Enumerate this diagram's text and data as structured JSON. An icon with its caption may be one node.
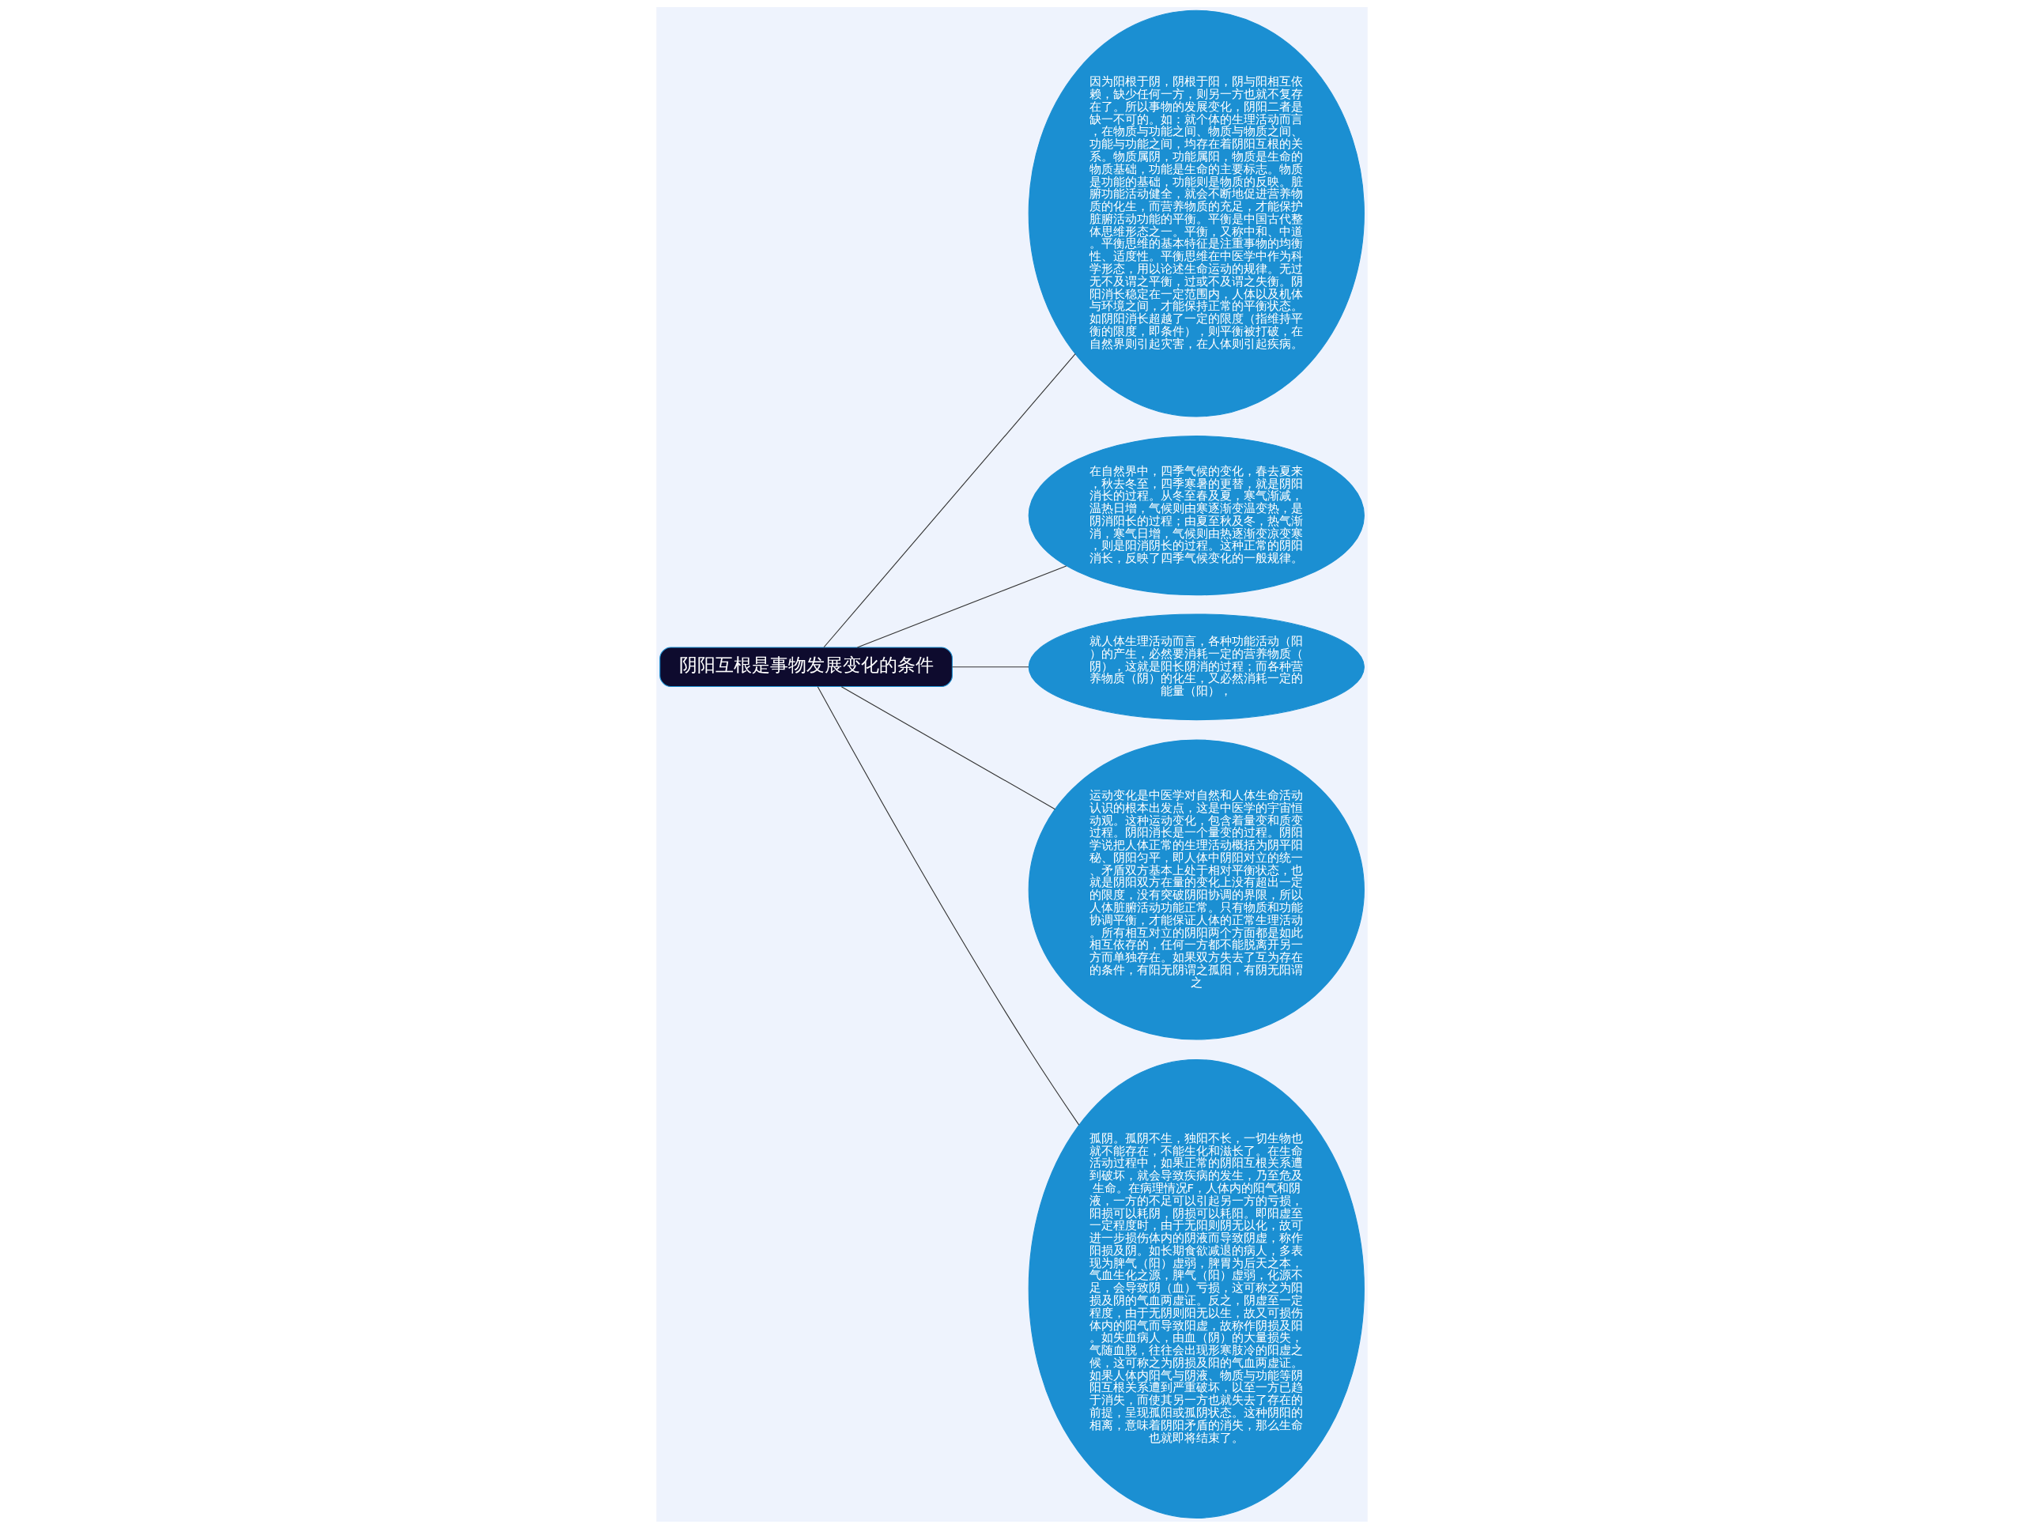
{
  "diagram": {
    "nodes": [
      {
        "text": [
          "阴阳互根是事物发展变化的条件"
        ]
      },
      {
        "text": [
          "因为阳根于阴，阴根于阳，阴与阳相互依赖，缺少任何一方，则另一方也就不复存在了。所以事物的发展变化，阴阳二者是缺一不可的。如：就个体的生理活动而言，在物质与功能之间、物质与物质之间、功能与功能之间，均存在着阴阳互根的关系。物质属阴，功能属阳，物质是生命的物质基础，功能是生命的主要标志。物质是功能的基础，功能则是物质的反映。脏腑功能活动健全，就会不断地促进营养物质的化生，而营养物质的充足，才能保护脏腑活动功能的平衡。平衡是中国古代整体思维形态之一。平衡，又称中和、中道。平衡思维的基本特征是注重事物的均衡性、适度性。平衡思维在中医学中作为科学形态，用以论述生命运动的规律。无过无不及谓之平衡，过或不及谓之失衡。阴阳消长稳定在一定范围内，人体以及机体与环境之间，才能保持正常的平衡状态。如阴阳消长超越了一定的限度（指维持平衡的限度，即条件），则平衡被打破，在自然界则引起灾害，在人体则引起疾病。"
        ]
      },
      {
        "text": [
          "在自然界中，四季气候的变化，春去夏来，秋去冬至，四季寒暑的更替，就是阴阳消长的过程。从冬至春及夏，寒气渐减，温热日增，气候则由寒逐渐变温变热，是阴消阳长的过程；由夏至秋及冬，热气渐消，寒气日增，气候则由热逐渐变凉变寒，则是阳消阴长的过程。这种正常的阴阳消长，反映了四季气候变化的一般规律。"
        ]
      },
      {
        "text": [
          "就人体生理活动而言，各种功能活动（阳）的产生，必然要消耗一定的营养物质（阴），这就是阳长阴消的过程；而各种营养物质（阴）的化生，又必然消耗一定的能量（阳），"
        ]
      },
      {
        "text": [
          "运动变化是中医学对自然和人体生命活动认识的根本出发点，这是中医学的宇宙恒动观。这种运动变化，包含着量变和质变过程。阴阳消长是一个量变的过程。阴阳学说把人体正常的生理活动概括为阴平阳秘、阴阳匀平，即人体中阴阳对立的统一、矛盾双方基本上处于相对平衡状态，也就是阴阳双方在量的变化上没有超出一定的限度，没有突破阴阳协调的界限，所以人体脏腑活动功能正常。只有物质和功能协调平衡，才能保证人体的正常生理活动。所有相互对立的阴阳两个方面都是如此相互依存的，任何一方都不能脱离开另一方而单独存在。如果双方失去了互为存在的条件，有阳无阴谓之孤阳，有阴无阳谓之"
        ]
      },
      {
        "text": [
          "孤阴。孤阴不生，独阳不长，一切生物也就不能存在，不能生化和滋长了。在生命活动过程中，如果正常的阴阳互根关系遭到破坏，就会导致疾病的发生，乃至危及生命。在病理情况F，人体内的阳气和阴液，一方的不足可以引起另一方的亏损，阳损可以耗阴，阴损可以耗阳。即阳虚至一定程度时，由于无阳则阴无以化，故可进一步损伤体内的阴液而导致阴虚，称作阳损及阴。如长期食欲减退的病人，多表现为脾气（阳）虚弱，脾胃为后天之本，气血生化之源，脾气（阳）虚弱，化源不足，会导致阴（血）亏损，这可称之为阳损及阴的气血两虚证。反之，阴虚至一定程度，由于无阴则阳无以生，故又可损伤体内的阳气而导致阳虚，故称作阴损及阳。如失血病人，由血（阴）的大量损失，气随血脱，往往会出现形寒肢冷的阳虚之候，这可称之为阴损及阳的气血两虚证。如果人体内阳气与阴液、物质与功能等阴阳互根关系遭到严重破坏，以至一方已趋于消失，而使其另一方也就失去了存在的前提，呈现孤阳或孤阴状态。这种阴阳的相离，意味着阴阳矛盾的消失，那么生命也就即将结束了。"
        ]
      }
    ],
    "edges": [
      {
        "from": 0,
        "to": 1,
        "arrow": "none"
      },
      {
        "from": 0,
        "to": 2,
        "arrow": "none"
      },
      {
        "from": 0,
        "to": 3,
        "arrow": "none"
      },
      {
        "from": 0,
        "to": 4,
        "arrow": "none"
      },
      {
        "from": 0,
        "to": 5,
        "arrow": "none"
      }
    ]
  }
}
